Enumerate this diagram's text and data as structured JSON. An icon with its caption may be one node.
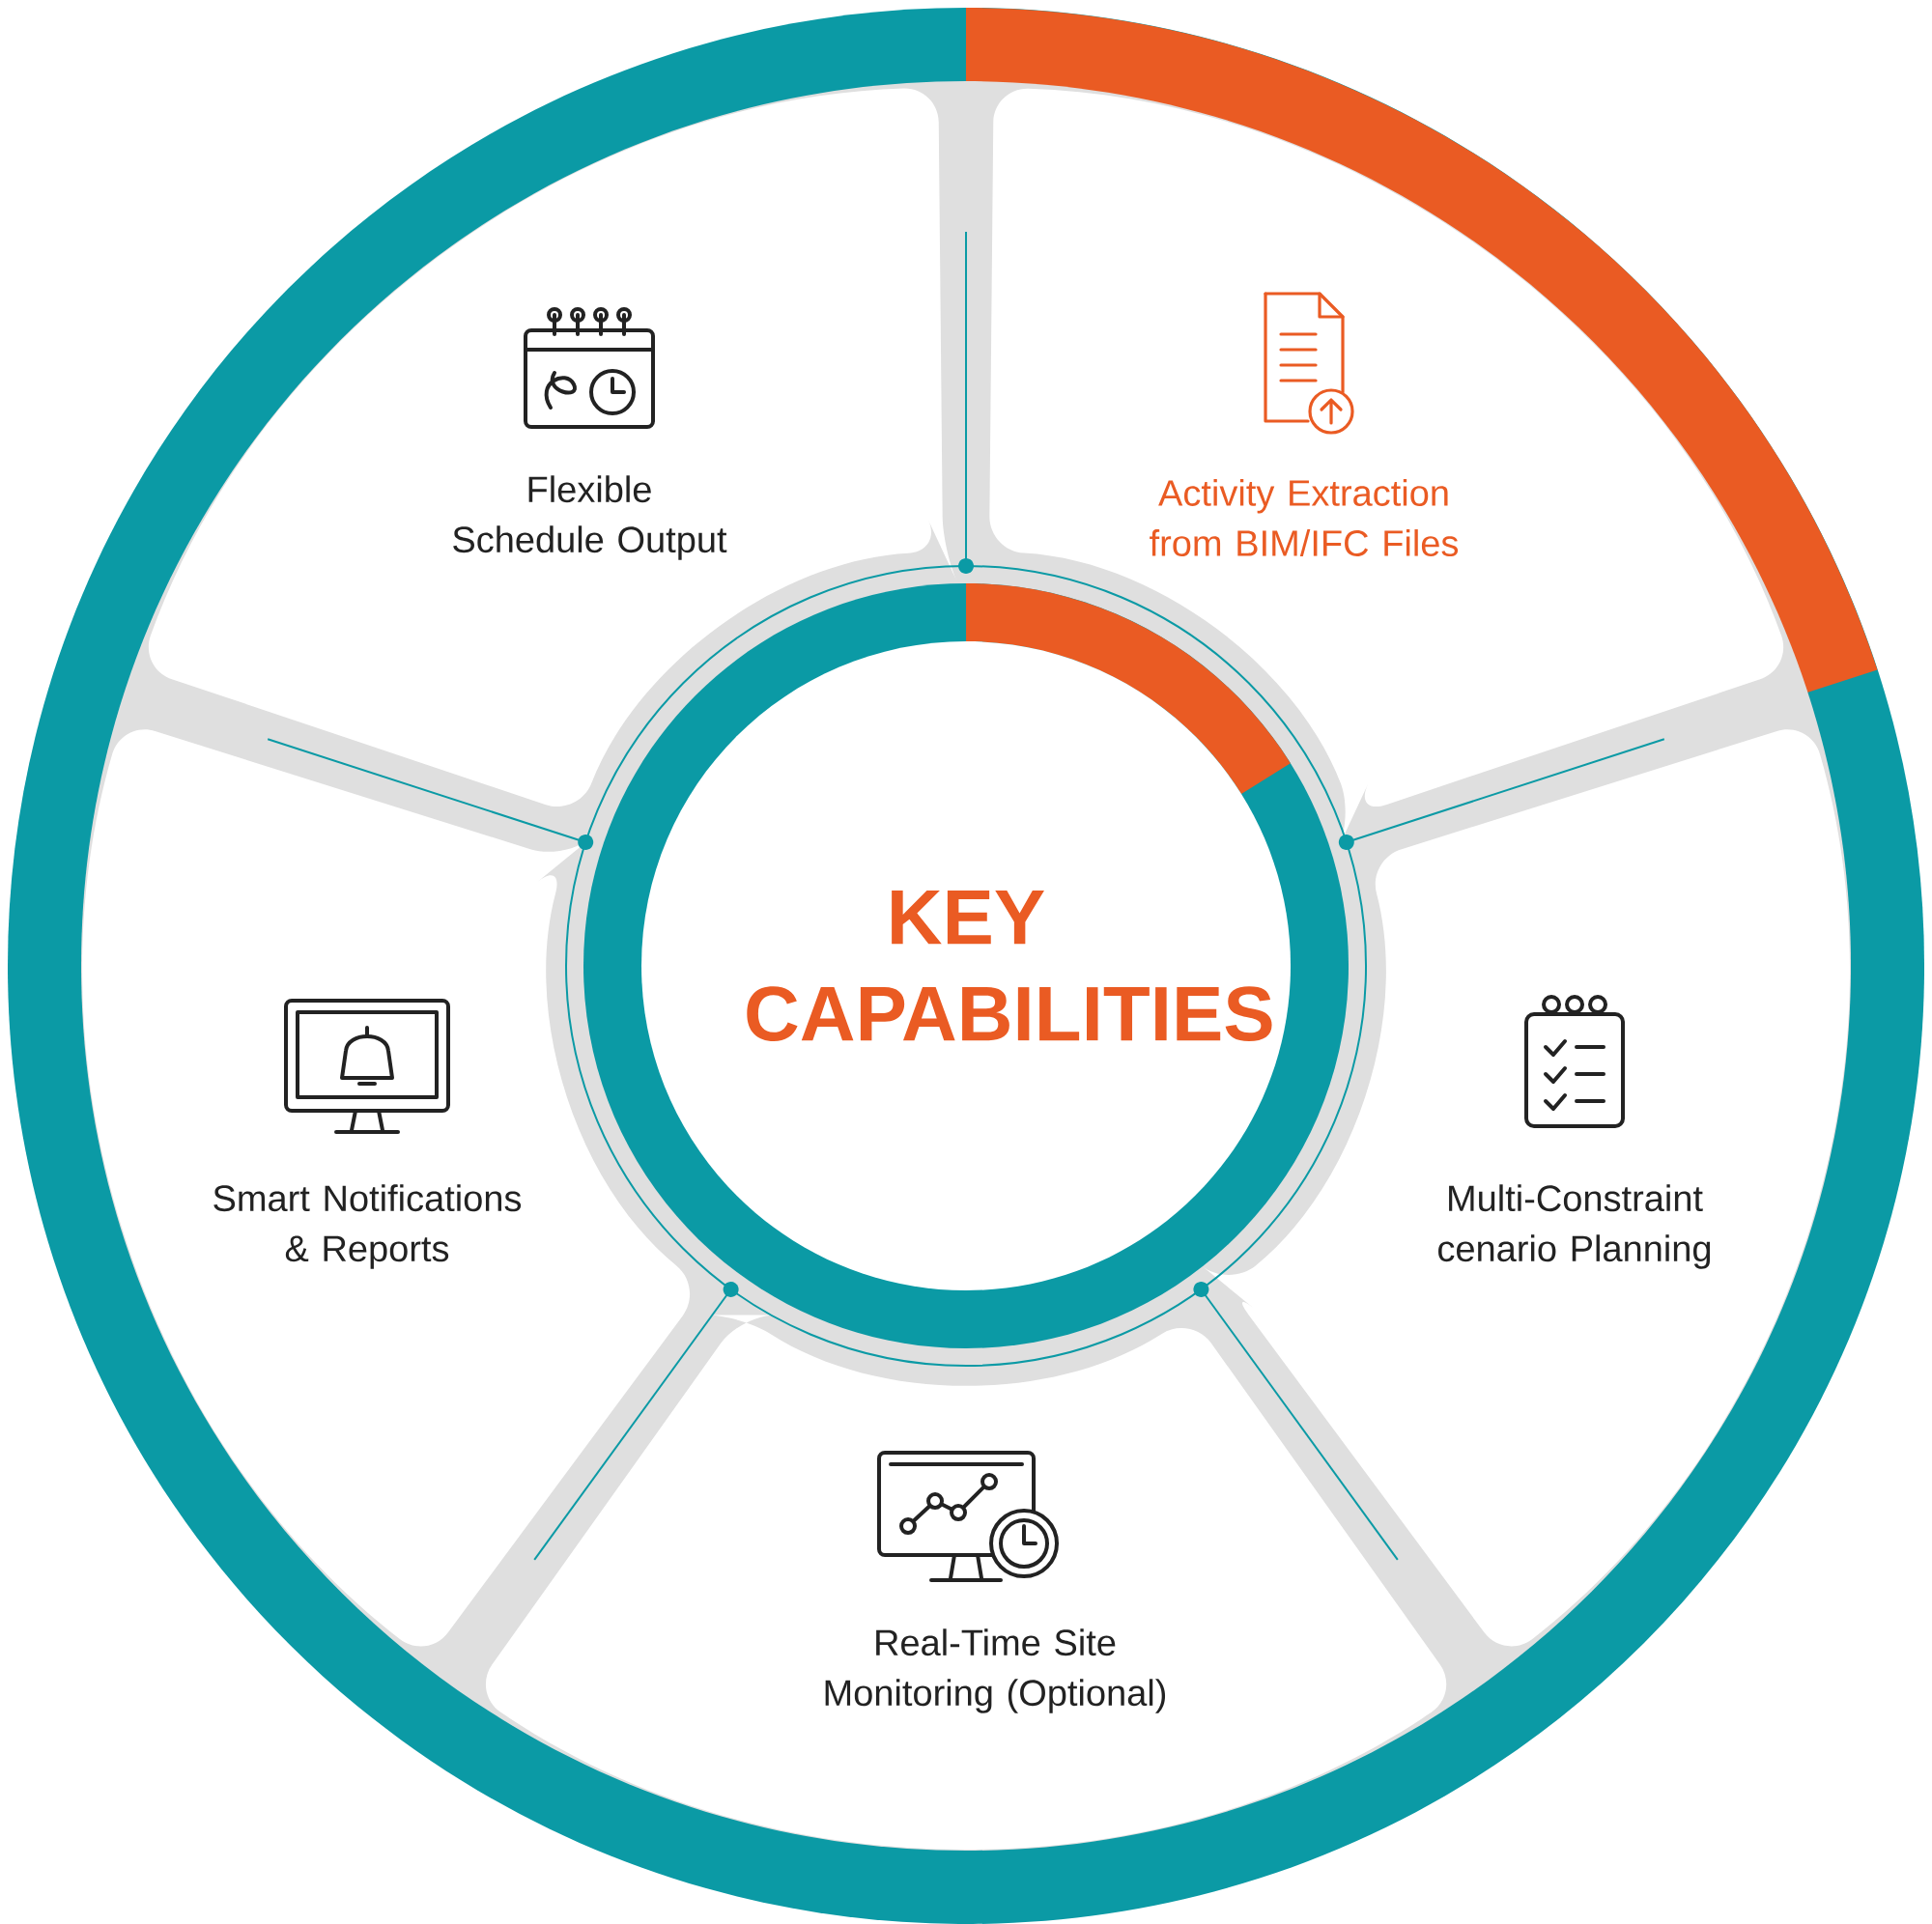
{
  "diagram": {
    "nodes": [
      {
        "text": [
          "KEY CAPABILITIES"
        ]
      },
      {
        "text": [
          "Flexible Schedule Output"
        ]
      },
      {
        "text": [
          "Activity Extraction from BIM/IFC Files"
        ]
      },
      {
        "text": [
          "Smart Notifications & Reports"
        ]
      },
      {
        "text": [
          "Multi-Constraint cenario Planning"
        ]
      },
      {
        "text": [
          "Real-Time Site Monitoring (Optional)"
        ]
      }
    ]
  }
}
